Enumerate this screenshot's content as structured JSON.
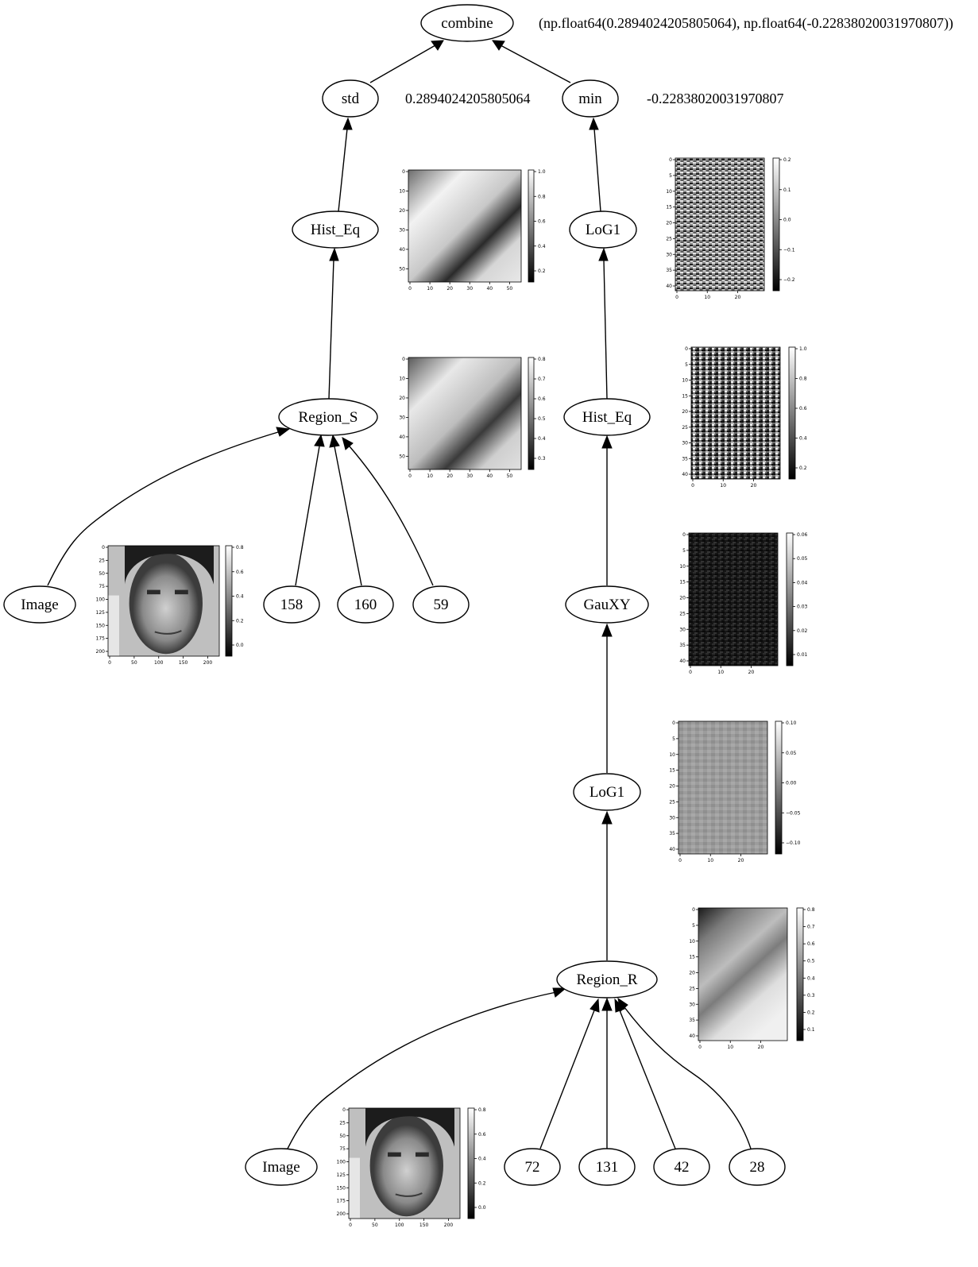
{
  "nodes": {
    "combine": "combine",
    "std": "std",
    "min": "min",
    "hist_eq_left": "Hist_Eq",
    "log1_top": "LoG1",
    "region_s": "Region_S",
    "hist_eq_right": "Hist_Eq",
    "image_top": "Image",
    "n158": "158",
    "n160": "160",
    "n59": "59",
    "gauxy": "GauXY",
    "log1_bottom": "LoG1",
    "region_r": "Region_R",
    "image_bottom": "Image",
    "n72": "72",
    "n131": "131",
    "n42": "42",
    "n28": "28"
  },
  "values": {
    "combine": "(np.float64(0.2894024205805064), np.float64(-0.22838020031970807))",
    "std": "0.2894024205805064",
    "min": "-0.22838020031970807"
  },
  "edges": [
    [
      "std",
      "combine"
    ],
    [
      "min",
      "combine"
    ],
    [
      "hist_eq_left",
      "std"
    ],
    [
      "log1_top",
      "min"
    ],
    [
      "region_s",
      "hist_eq_left"
    ],
    [
      "hist_eq_right",
      "log1_top"
    ],
    [
      "image_top",
      "region_s"
    ],
    [
      "n158",
      "region_s"
    ],
    [
      "n160",
      "region_s"
    ],
    [
      "n59",
      "region_s"
    ],
    [
      "gauxy",
      "hist_eq_right"
    ],
    [
      "log1_bottom",
      "gauxy"
    ],
    [
      "region_r",
      "log1_bottom"
    ],
    [
      "image_bottom",
      "region_r"
    ],
    [
      "n72",
      "region_r"
    ],
    [
      "n131",
      "region_r"
    ],
    [
      "n42",
      "region_r"
    ],
    [
      "n28",
      "region_r"
    ]
  ],
  "thumbnails": {
    "hist_eq_left": {
      "xticks": [
        "0",
        "10",
        "20",
        "30",
        "40",
        "50"
      ],
      "yticks": [
        "0",
        "10",
        "20",
        "30",
        "40",
        "50"
      ],
      "cbar": [
        "1.0",
        "0.8",
        "0.6",
        "0.4",
        "0.2"
      ]
    },
    "region_s": {
      "xticks": [
        "0",
        "10",
        "20",
        "30",
        "40",
        "50"
      ],
      "yticks": [
        "0",
        "10",
        "20",
        "30",
        "40",
        "50"
      ],
      "cbar": [
        "0.8",
        "0.7",
        "0.6",
        "0.5",
        "0.4",
        "0.3"
      ]
    },
    "image_top": {
      "xticks": [
        "0",
        "50",
        "100",
        "150",
        "200"
      ],
      "yticks": [
        "0",
        "25",
        "50",
        "75",
        "100",
        "125",
        "150",
        "175",
        "200"
      ],
      "cbar": [
        "0.8",
        "0.6",
        "0.4",
        "0.2",
        "0.0"
      ]
    },
    "log1_top": {
      "xticks": [
        "0",
        "10",
        "20"
      ],
      "yticks": [
        "0",
        "5",
        "10",
        "15",
        "20",
        "25",
        "30",
        "35",
        "40"
      ],
      "cbar": [
        "0.2",
        "0.1",
        "0.0",
        "−0.1",
        "−0.2"
      ]
    },
    "hist_eq_right": {
      "xticks": [
        "0",
        "10",
        "20"
      ],
      "yticks": [
        "0",
        "5",
        "10",
        "15",
        "20",
        "25",
        "30",
        "35",
        "40"
      ],
      "cbar": [
        "1.0",
        "0.8",
        "0.6",
        "0.4",
        "0.2"
      ]
    },
    "gauxy": {
      "xticks": [
        "0",
        "10",
        "20"
      ],
      "yticks": [
        "0",
        "5",
        "10",
        "15",
        "20",
        "25",
        "30",
        "35",
        "40"
      ],
      "cbar": [
        "0.06",
        "0.05",
        "0.04",
        "0.03",
        "0.02",
        "0.01"
      ]
    },
    "log1_bottom": {
      "xticks": [
        "0",
        "10",
        "20"
      ],
      "yticks": [
        "0",
        "5",
        "10",
        "15",
        "20",
        "25",
        "30",
        "35",
        "40"
      ],
      "cbar": [
        "0.10",
        "0.05",
        "0.00",
        "−0.05",
        "−0.10"
      ]
    },
    "region_r": {
      "xticks": [
        "0",
        "10",
        "20"
      ],
      "yticks": [
        "0",
        "5",
        "10",
        "15",
        "20",
        "25",
        "30",
        "35",
        "40"
      ],
      "cbar": [
        "0.8",
        "0.7",
        "0.6",
        "0.5",
        "0.4",
        "0.3",
        "0.2",
        "0.1"
      ]
    },
    "image_bottom": {
      "xticks": [
        "0",
        "50",
        "100",
        "150",
        "200"
      ],
      "yticks": [
        "0",
        "25",
        "50",
        "75",
        "100",
        "125",
        "150",
        "175",
        "200"
      ],
      "cbar": [
        "0.8",
        "0.6",
        "0.4",
        "0.2",
        "0.0"
      ]
    }
  }
}
